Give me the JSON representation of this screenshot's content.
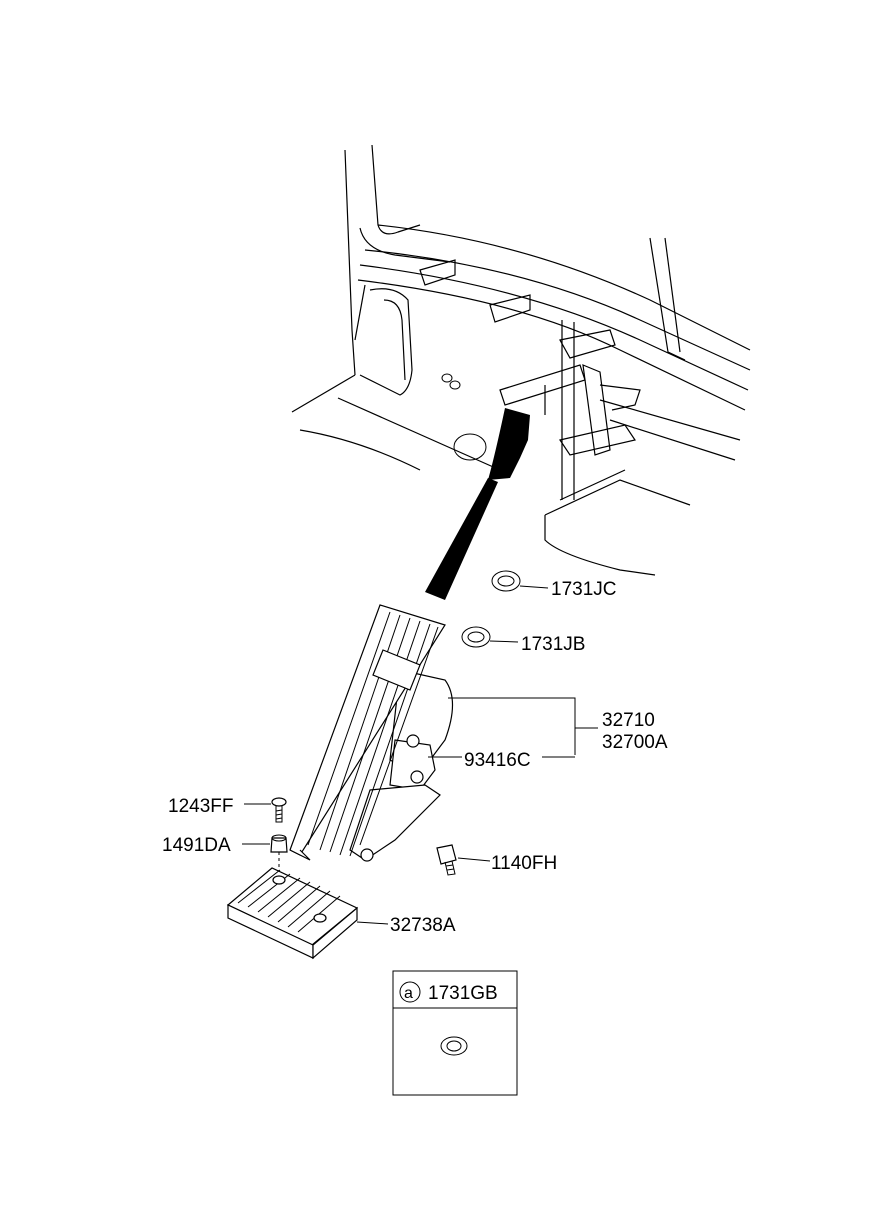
{
  "parts": {
    "p1731jc": "1731JC",
    "p1731jb": "1731JB",
    "p32710": "32710",
    "p32700a": "32700A",
    "p93416c": "93416C",
    "p1243ff": "1243FF",
    "p1491da": "1491DA",
    "p1140fh": "1140FH",
    "p32738a": "32738A"
  },
  "legend_box": {
    "marker": "a",
    "part": "1731GB"
  }
}
